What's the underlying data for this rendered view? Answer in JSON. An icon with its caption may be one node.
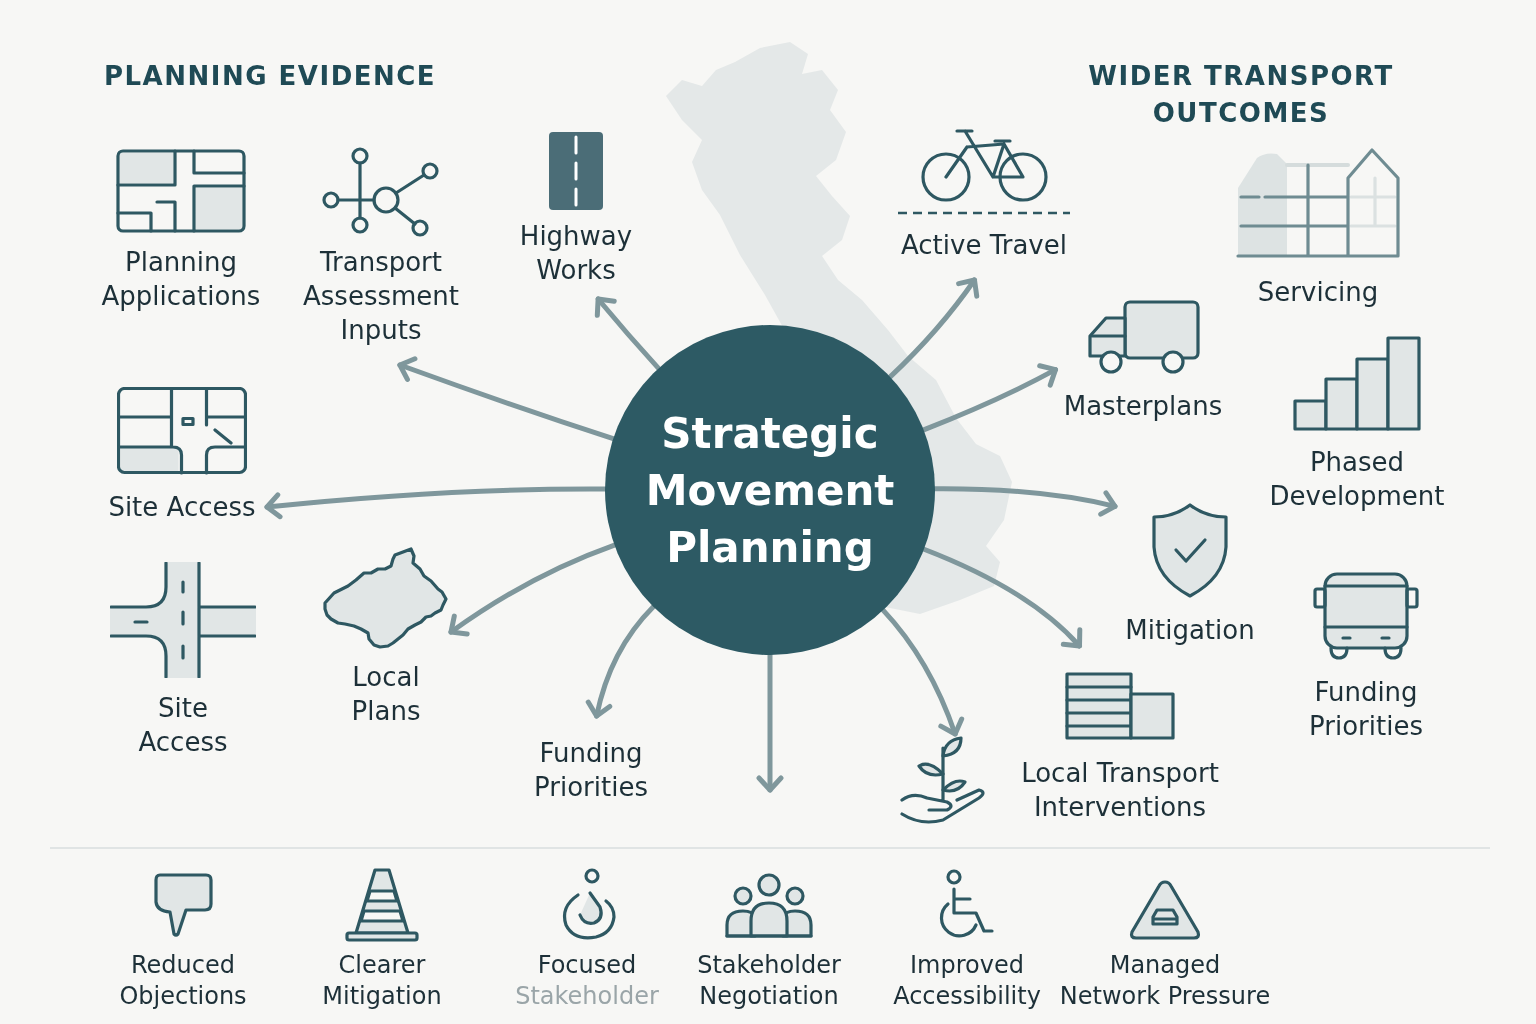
{
  "diagram": {
    "nodes": [
      {
        "text": [
          "Strategic Movement Planning"
        ]
      },
      {
        "text": [
          "Planning Applications"
        ]
      },
      {
        "text": [
          "Transport Assessment Inputs"
        ]
      },
      {
        "text": [
          "Highway Works"
        ]
      },
      {
        "text": [
          "Site Access"
        ]
      },
      {
        "text": [
          "Site Access"
        ]
      },
      {
        "text": [
          "Local Plans"
        ]
      },
      {
        "text": [
          "Funding Priorities"
        ]
      },
      {
        "text": [
          "Active Travel"
        ]
      },
      {
        "text": [
          "Servicing"
        ]
      },
      {
        "text": [
          "Masterplans"
        ]
      },
      {
        "text": [
          "Phased Development"
        ]
      },
      {
        "text": [
          "Mitigation"
        ]
      },
      {
        "text": [
          "Funding Priorities"
        ]
      },
      {
        "text": [],
        "shape": "picture"
      },
      {
        "text": [
          "Local Transport Interventions"
        ]
      },
      {
        "text": [
          "Reduced Objections"
        ]
      },
      {
        "text": [
          "Clearer Mitigation"
        ]
      },
      {
        "text": [
          "Focused",
          "Stakeholder"
        ]
      },
      {
        "text": [
          "Stakeholder Negotiation"
        ]
      },
      {
        "text": [
          "Improved Accessibility"
        ]
      },
      {
        "text": [
          "Managed Network Pressure"
        ]
      }
    ],
    "edges": [
      {
        "from": 0,
        "to": 3,
        "arrow": "to"
      },
      {
        "from": 0,
        "to": 2,
        "arrow": "to"
      },
      {
        "from": 0,
        "to": 4,
        "arrow": "to"
      },
      {
        "from": 0,
        "to": 6,
        "arrow": "to"
      },
      {
        "from": 0,
        "to": 7,
        "arrow": "to"
      },
      {
        "from": 0,
        "to": null,
        "arrow": "to"
      },
      {
        "from": 0,
        "to": 14,
        "arrow": "to"
      },
      {
        "from": 0,
        "to": 15,
        "arrow": "to"
      },
      {
        "from": 0,
        "to": 12,
        "arrow": "to"
      },
      {
        "from": 0,
        "to": 10,
        "arrow": "to"
      },
      {
        "from": 0,
        "to": 8,
        "arrow": "to"
      }
    ],
    "labels": [
      "PLANNING EVIDENCE",
      "WIDER TRANSPORT OUTCOMES"
    ]
  }
}
